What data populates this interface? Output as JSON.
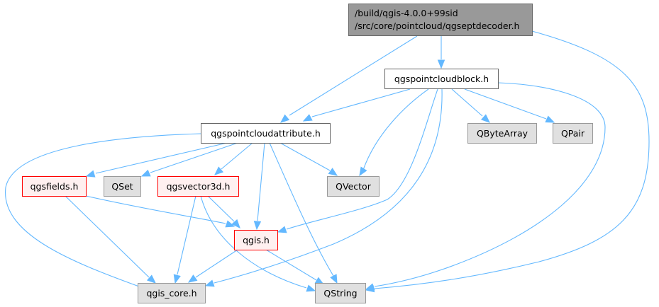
{
  "diagram": {
    "type": "include-dependency-graph",
    "colors": {
      "edge": "#63b8ff",
      "root_fill": "#999999",
      "root_stroke": "#666666",
      "file_fill": "#ffffff",
      "file_stroke": "#666666",
      "highlighted_fill": "#fff0f0",
      "highlighted_stroke": "#ff0000",
      "external_fill": "#e0e0e0",
      "external_stroke": "#999999"
    },
    "nodes": [
      {
        "id": "root",
        "lines": [
          "/build/qgis-4.0.0+99sid",
          "/src/core/pointcloud/qgseptdecoder.h"
        ],
        "style": "root"
      },
      {
        "id": "qgspointcloudblock",
        "lines": [
          "qgspointcloudblock.h"
        ],
        "style": "file"
      },
      {
        "id": "qgspointcloudattribute",
        "lines": [
          "qgspointcloudattribute.h"
        ],
        "style": "file"
      },
      {
        "id": "QByteArray",
        "lines": [
          "QByteArray"
        ],
        "style": "external"
      },
      {
        "id": "QPair",
        "lines": [
          "QPair"
        ],
        "style": "external"
      },
      {
        "id": "qgsfields",
        "lines": [
          "qgsfields.h"
        ],
        "style": "highlighted"
      },
      {
        "id": "QSet",
        "lines": [
          "QSet"
        ],
        "style": "external"
      },
      {
        "id": "qgsvector3d",
        "lines": [
          "qgsvector3d.h"
        ],
        "style": "highlighted"
      },
      {
        "id": "QVector",
        "lines": [
          "QVector"
        ],
        "style": "external"
      },
      {
        "id": "qgis",
        "lines": [
          "qgis.h"
        ],
        "style": "highlighted"
      },
      {
        "id": "qgis_core",
        "lines": [
          "qgis_core.h"
        ],
        "style": "external"
      },
      {
        "id": "QString",
        "lines": [
          "QString"
        ],
        "style": "external"
      }
    ],
    "edges": [
      {
        "from": "root",
        "to": "qgspointcloudattribute"
      },
      {
        "from": "root",
        "to": "qgspointcloudblock"
      },
      {
        "from": "root",
        "to": "QString"
      },
      {
        "from": "qgspointcloudblock",
        "to": "qgspointcloudattribute"
      },
      {
        "from": "qgspointcloudblock",
        "to": "QByteArray"
      },
      {
        "from": "qgspointcloudblock",
        "to": "QPair"
      },
      {
        "from": "qgspointcloudblock",
        "to": "QVector"
      },
      {
        "from": "qgspointcloudblock",
        "to": "qgis"
      },
      {
        "from": "qgspointcloudblock",
        "to": "qgis_core"
      },
      {
        "from": "qgspointcloudblock",
        "to": "QString"
      },
      {
        "from": "qgspointcloudattribute",
        "to": "qgsfields"
      },
      {
        "from": "qgspointcloudattribute",
        "to": "QSet"
      },
      {
        "from": "qgspointcloudattribute",
        "to": "qgsvector3d"
      },
      {
        "from": "qgspointcloudattribute",
        "to": "QVector"
      },
      {
        "from": "qgspointcloudattribute",
        "to": "qgis"
      },
      {
        "from": "qgspointcloudattribute",
        "to": "qgis_core"
      },
      {
        "from": "qgspointcloudattribute",
        "to": "QString"
      },
      {
        "from": "qgsfields",
        "to": "qgis"
      },
      {
        "from": "qgsfields",
        "to": "qgis_core"
      },
      {
        "from": "qgsvector3d",
        "to": "qgis"
      },
      {
        "from": "qgsvector3d",
        "to": "qgis_core"
      },
      {
        "from": "qgsvector3d",
        "to": "QString"
      },
      {
        "from": "qgis",
        "to": "qgis_core"
      },
      {
        "from": "qgis",
        "to": "QString"
      }
    ]
  }
}
